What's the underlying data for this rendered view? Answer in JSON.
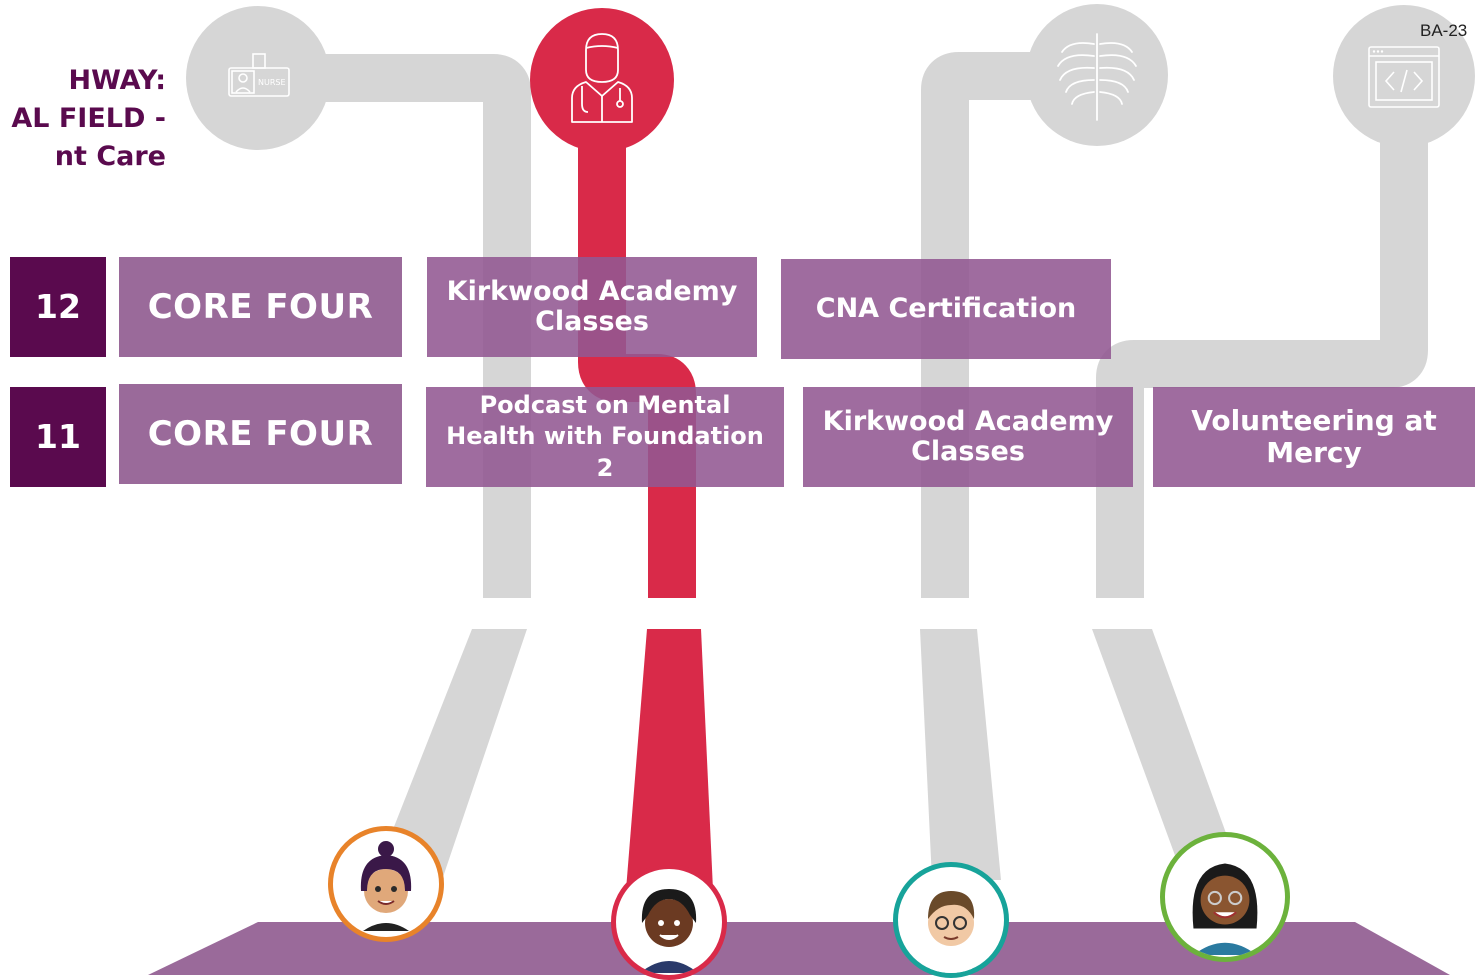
{
  "page": {
    "title_lines": [
      "HWAY:",
      "AL FIELD -",
      "nt Care"
    ],
    "doc_code": "BA-23"
  },
  "icons": [
    "id-badge-icon",
    "nurse-icon",
    "ribcage-icon",
    "code-window-icon"
  ],
  "colors": {
    "highlight": "#d92a49",
    "inactive_path": "#d6d6d6",
    "grade_box": "#5a0a4e",
    "activity_box": "#9a6a9a",
    "title_text": "#5a0a4e",
    "platform": "#9a6a9a"
  },
  "badge_text": "NURSE",
  "rows": [
    {
      "grade": "12",
      "core": "CORE FOUR",
      "activities": [
        "Kirkwood Academy Classes",
        "CNA Certification"
      ]
    },
    {
      "grade": "11",
      "core": "CORE FOUR",
      "activities": [
        "Podcast on Mental Health with Foundation 2",
        "Kirkwood Academy Classes",
        "Volunteering at Mercy"
      ]
    }
  ],
  "avatars": [
    {
      "name": "avatar-student-1",
      "ring": "#e8832a"
    },
    {
      "name": "avatar-student-2",
      "ring": "#d92a49"
    },
    {
      "name": "avatar-student-3",
      "ring": "#17a39a"
    },
    {
      "name": "avatar-student-4",
      "ring": "#6cb23c"
    }
  ]
}
